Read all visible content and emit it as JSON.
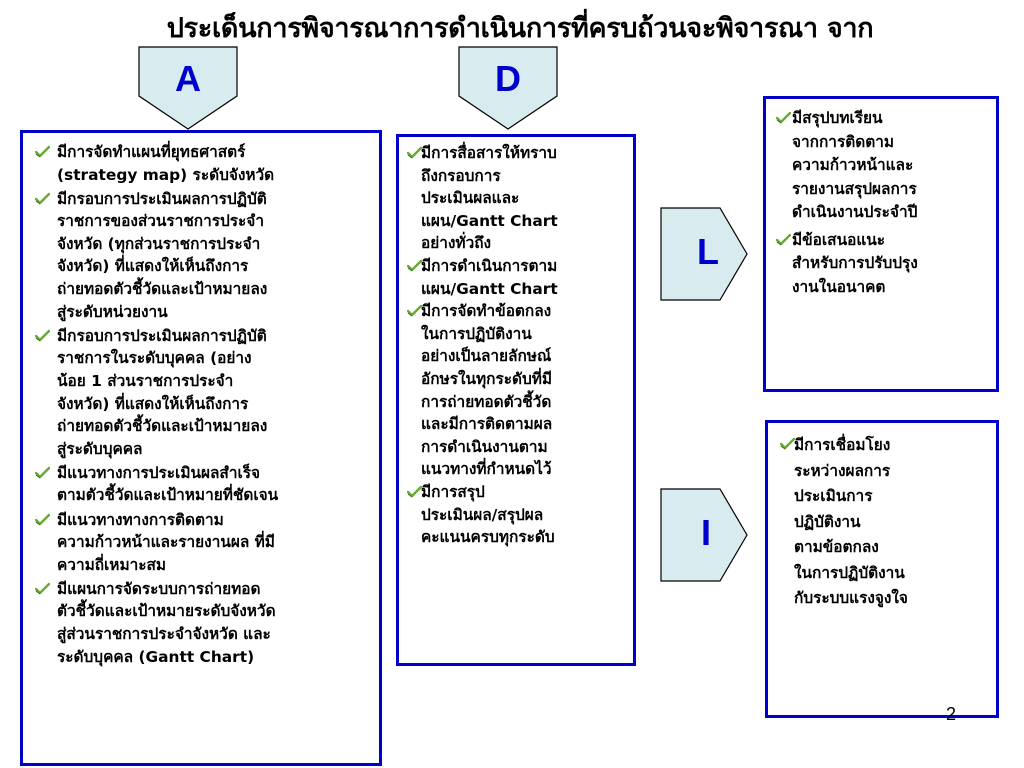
{
  "title": "ประเด็นการพิจารณาการดำเนินการที่ครบถ้วนจะพิจารณา จาก",
  "colors": {
    "accent": "#0000cc",
    "callout_fill": "#d8ecf0",
    "check": "#66aa33"
  },
  "icons": {
    "bullet": "check-icon"
  },
  "callouts": {
    "A": {
      "letter": "A"
    },
    "D": {
      "letter": "D"
    },
    "L": {
      "letter": "L"
    },
    "I": {
      "letter": "I"
    }
  },
  "panels": {
    "A": {
      "items": [
        "มีการจัดทำแผนที่ยุทธศาสตร์\n(strategy map) ระดับจังหวัด",
        "มีกรอบการประเมินผลการปฏิบัติ\nราชการของส่วนราชการประจำ\nจังหวัด (ทุกส่วนราชการประจำ\nจังหวัด) ที่แสดงให้เห็นถึงการ\nถ่ายทอดตัวชี้วัดและเป้าหมายลง\nสู่ระดับหน่วยงาน",
        "มีกรอบการประเมินผลการปฏิบัติ\nราชการในระดับบุคคล (อย่าง\nน้อย 1 ส่วนราชการประจำ\nจังหวัด) ที่แสดงให้เห็นถึงการ\nถ่ายทอดตัวชี้วัดและเป้าหมายลง\nสู่ระดับบุคคล",
        "มีแนวทางการประเมินผลสำเร็จ\nตามตัวชี้วัดและเป้าหมายที่ชัดเจน",
        "มีแนวทางทางการติดตาม\nความก้าวหน้าและรายงานผล ที่มี\nความถี่เหมาะสม",
        "มีแผนการจัดระบบการถ่ายทอด\nตัวชี้วัดและเป้าหมายระดับจังหวัด\nสู่ส่วนราชการประจำจังหวัด และ\nระดับบุคคล (Gantt Chart)"
      ]
    },
    "D": {
      "items": [
        "มีการสื่อสารให้ทราบ\nถึงกรอบการ\nประเมินผลและ\nแผน/Gantt Chart\nอย่างทั่วถึง",
        " มีการดำเนินการตาม\nแผน/Gantt Chart",
        "มีการจัดทำข้อตกลง\nในการปฏิบัติงาน\nอย่างเป็นลายลักษณ์\nอักษรในทุกระดับที่มี\nการถ่ายทอดตัวชี้วัด\nและมีการติดตามผล\nการดำเนินงานตาม\nแนวทางที่กำหนดไว้",
        " มีการสรุป\nประเมินผล/สรุปผล\nคะแนนครบทุกระดับ"
      ]
    },
    "L": {
      "items": [
        " มีสรุปบทเรียน\nจากการติดตาม\nความก้าวหน้าและ\nรายงานสรุปผลการ\nดำเนินงานประจำปี",
        "มีข้อเสนอแนะ\nสำหรับการปรับปรุง\nงานในอนาคต"
      ]
    },
    "I": {
      "items": [
        " มีการเชื่อมโยง\nระหว่างผลการ\nประเมินการ\nปฏิบัติงาน\nตามข้อตกลง\nในการปฏิบัติงาน\nกับระบบแรงจูงใจ"
      ]
    }
  },
  "page_number": "2"
}
